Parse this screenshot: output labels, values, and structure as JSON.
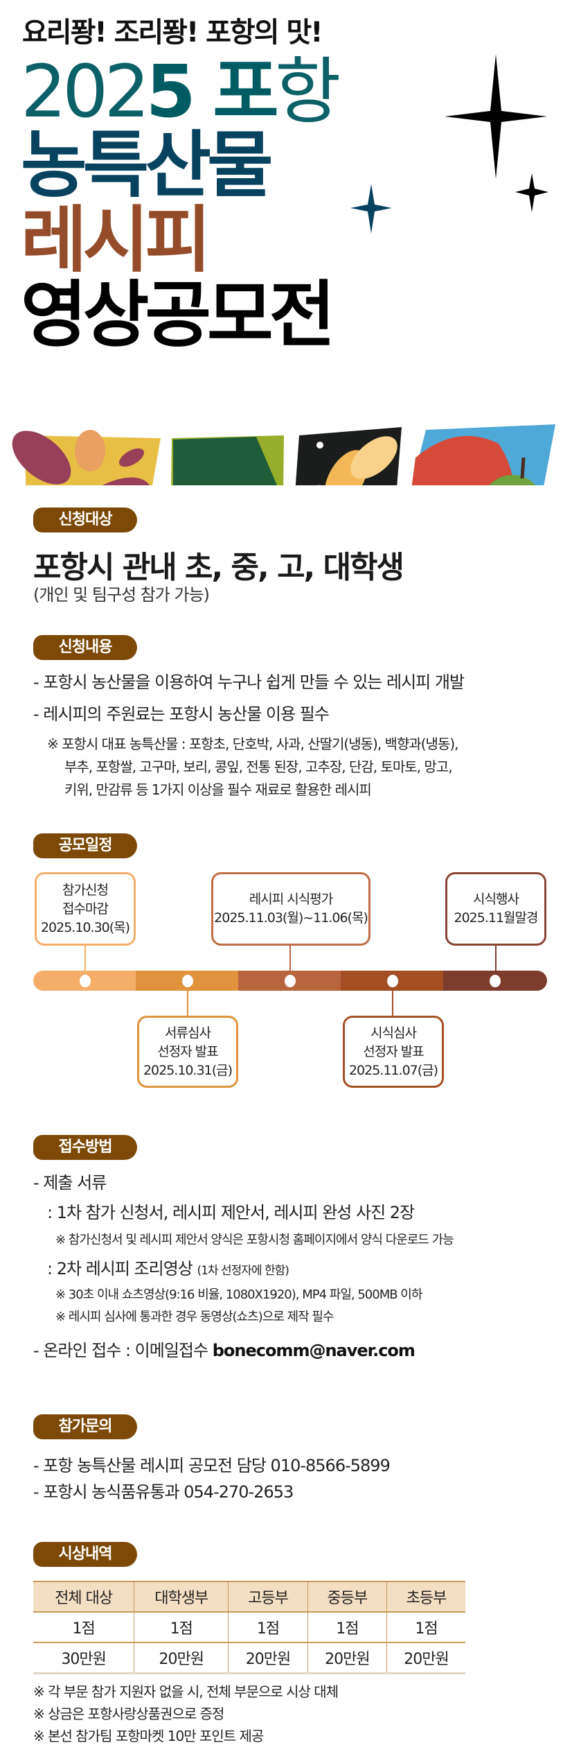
{
  "header": {
    "tagline": "요리퐝! 조리퐝! 포항의 맛!",
    "title_year_thin": "202",
    "title_year_bold": "5",
    "title_po": " 포",
    "title_hang": "항",
    "title_line2": "농특산물",
    "title_line3": "레시피",
    "title_line4": "영상공모전"
  },
  "colors": {
    "badge": "#7c4a06",
    "teal": "#005c62",
    "navy": "#07425f",
    "rust": "#944c2a"
  },
  "target": {
    "badge": "신청대상",
    "headline": "포항시 관내 초, 중, 고, 대학생",
    "sub": "(개인 및 팀구성 참가 가능)"
  },
  "content": {
    "badge": "신청내용",
    "line1": "- 포항시 농산물을 이용하여 누구나 쉽게 만들 수 있는 레시피 개발",
    "line2": "- 레시피의 주원료는 포항시 농산물 이용 필수",
    "note1": "※ 포항시 대표 농특산물 : 포항초, 단호박, 사과, 산딸기(냉동), 백향과(냉동),",
    "note2": "부추, 포항쌀, 고구마, 보리, 콩잎, 전통 된장, 고추장, 단감, 토마토, 망고,",
    "note3": "키위, 만감류 등  1가지 이상을 필수 재료로 활용한 레시피"
  },
  "schedule": {
    "badge": "공모일정",
    "events": [
      {
        "l1": "참가신청",
        "l2": "접수마감",
        "date": "2025.10.30(목)"
      },
      {
        "l1": "서류심사",
        "l2": "선정자 발표",
        "date": "2025.10.31(금)"
      },
      {
        "l1": "레시피 시식평가",
        "date": "2025.11.03(월)~11.06(목)"
      },
      {
        "l1": "시식심사",
        "l2": "선정자 발표",
        "date": "2025.11.07(금)"
      },
      {
        "l1": "시식행사",
        "date": "2025.11월말경"
      }
    ]
  },
  "method": {
    "badge": "접수방법",
    "docs": "- 제출 서류",
    "first": ": 1차 참가 신청서, 레시피 제안서, 레시피 완성 사진 2장",
    "first_note": "※ 참가신청서 및 레시피 제안서 양식은 포항시청 홈페이지에서 양식 다운로드 가능",
    "second": ": 2차 레시피 조리영상",
    "second_small": "(1차 선정자에 한함)",
    "second_note1": "※ 30초 이내 쇼츠영상(9:16 비율, 1080X1920), MP4 파일, 500MB 이하",
    "second_note2": "※ 레시피 심사에 통과한 경우 동영상(쇼츠)으로 제작 필수",
    "online": "- 온라인 접수 : 이메일접수 ",
    "email": "bonecomm@naver.com"
  },
  "inquiry": {
    "badge": "참가문의",
    "line1": "- 포항 농특산물 레시피 공모전 담당 010-8566-5899",
    "line2": "- 포항시 농식품유통과 054-270-2653"
  },
  "awards": {
    "badge": "시상내역",
    "headers": [
      "전체 대상",
      "대학생부",
      "고등부",
      "중등부",
      "초등부"
    ],
    "counts": [
      "1점",
      "1점",
      "1점",
      "1점",
      "1점"
    ],
    "prizes": [
      "30만원",
      "20만원",
      "20만원",
      "20만원",
      "20만원"
    ],
    "notes": [
      "※ 각 부문 참가 지원자 없을 시, 전체 부문으로 시상 대체",
      "※ 상금은 포항사랑상품권으로 증정",
      "※ 본선 참가팀 포항마켓 10만 포인트 제공"
    ]
  }
}
